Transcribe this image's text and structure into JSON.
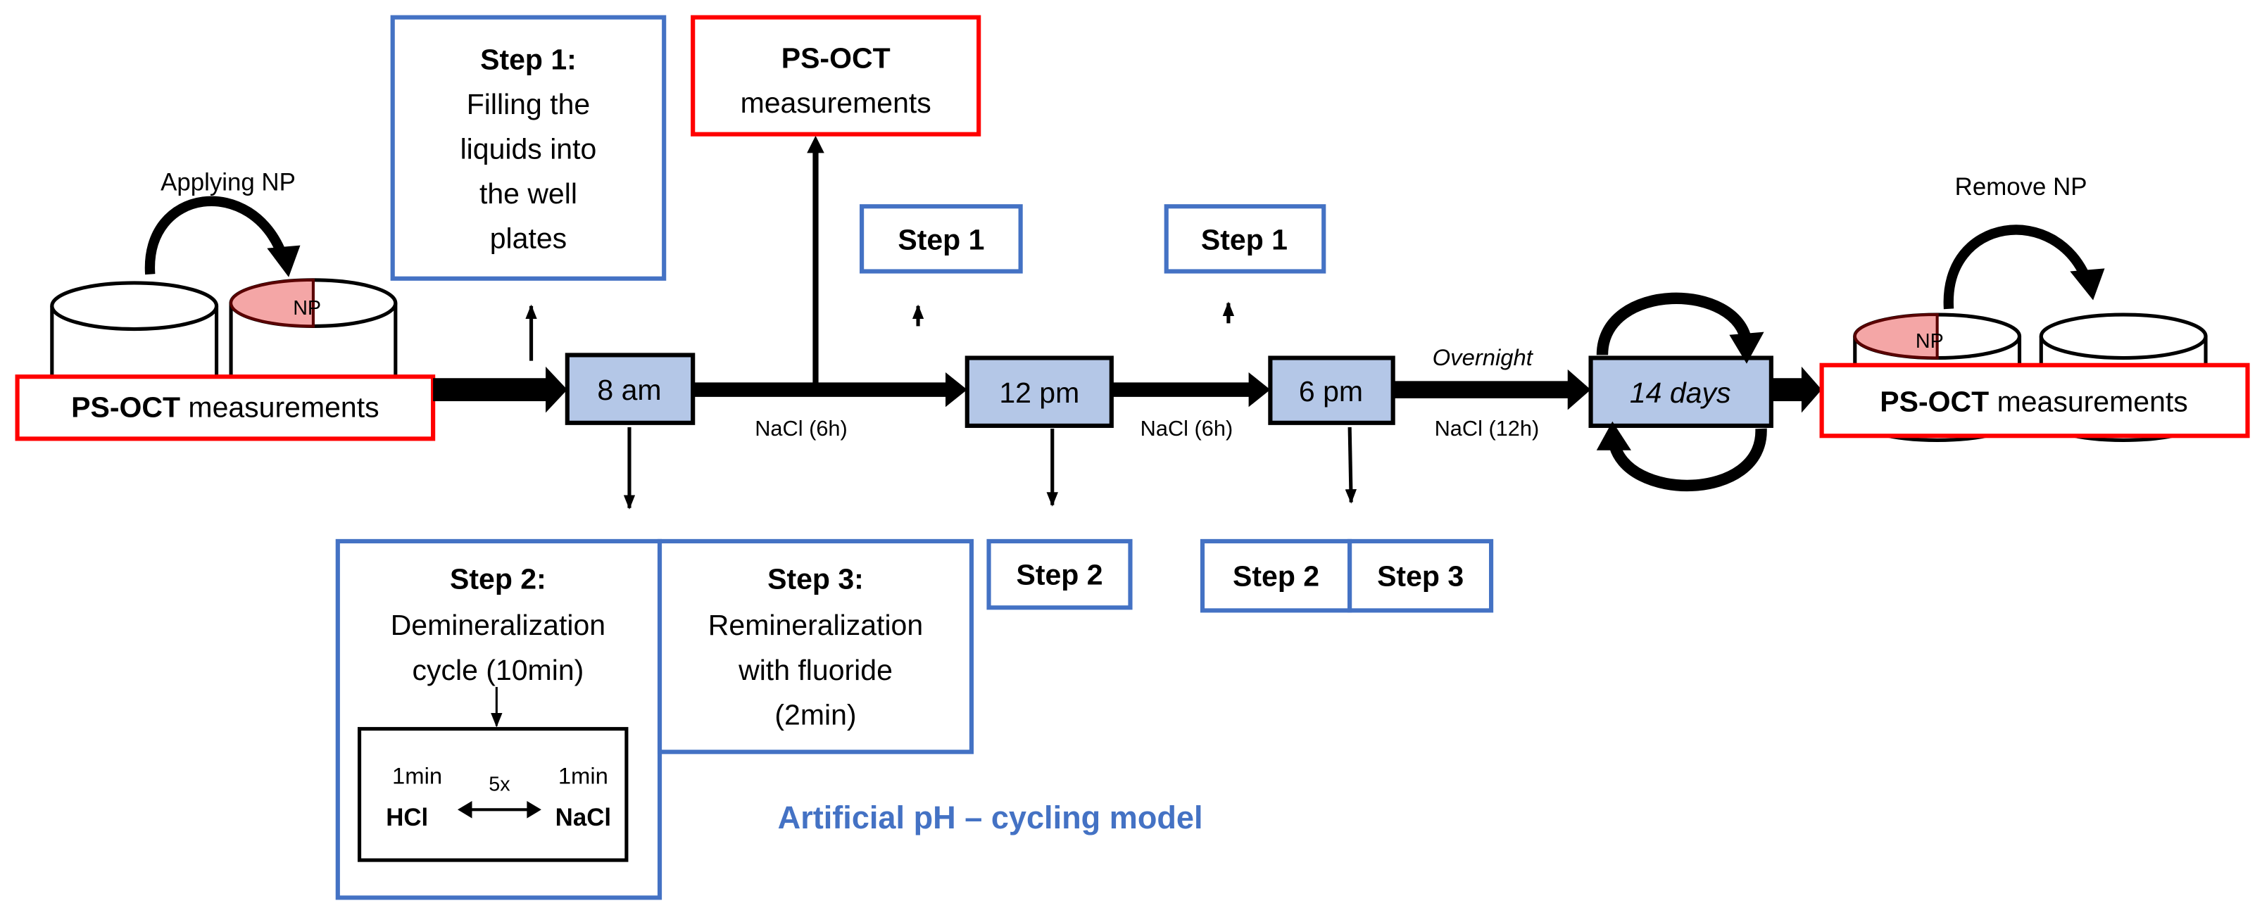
{
  "colors": {
    "step_box_border": "#4472c4",
    "measurement_box_border": "#ff0000",
    "time_box_fill": "#b4c7e7",
    "np_fill": "#f4a6a6",
    "model_title": "#4472c4"
  },
  "start": {
    "measure_bold": "PS-OCT",
    "measure_rest": " measurements",
    "applying_label": "Applying NP",
    "np_label": "NP"
  },
  "step1_main": {
    "title": "Step 1:",
    "lines": [
      "Filling the",
      "liquids into",
      "the well",
      "plates"
    ]
  },
  "pscot_mid": {
    "title": "PS-OCT",
    "subtitle": "measurements"
  },
  "times": {
    "t1": "8 am",
    "t2": "12 pm",
    "t3": "6 pm",
    "t4": "14 days"
  },
  "intervals": {
    "i1": "NaCl (6h)",
    "i2": "NaCl (6h)",
    "i3": "NaCl (12h)",
    "overnight": "Overnight"
  },
  "step2_main": {
    "title": "Step 2:",
    "lines": [
      "Demineralization",
      "cycle (10min)"
    ],
    "left_time": "1min",
    "left_acid": "HCl",
    "repeat": "5x",
    "right_time": "1min",
    "right_salt": "NaCl"
  },
  "step3_main": {
    "title": "Step 3:",
    "lines": [
      "Remineralization",
      "with fluoride",
      "(2min)"
    ]
  },
  "short_steps": {
    "step1a": "Step 1",
    "step1b": "Step 1",
    "step2a": "Step 2",
    "step2b": "Step 2",
    "step3b": "Step 3"
  },
  "end": {
    "measure_bold": "PS-OCT",
    "measure_rest": " measurements",
    "remove_label": "Remove NP",
    "np_label": "NP"
  },
  "model_title": "Artificial pH – cycling model"
}
